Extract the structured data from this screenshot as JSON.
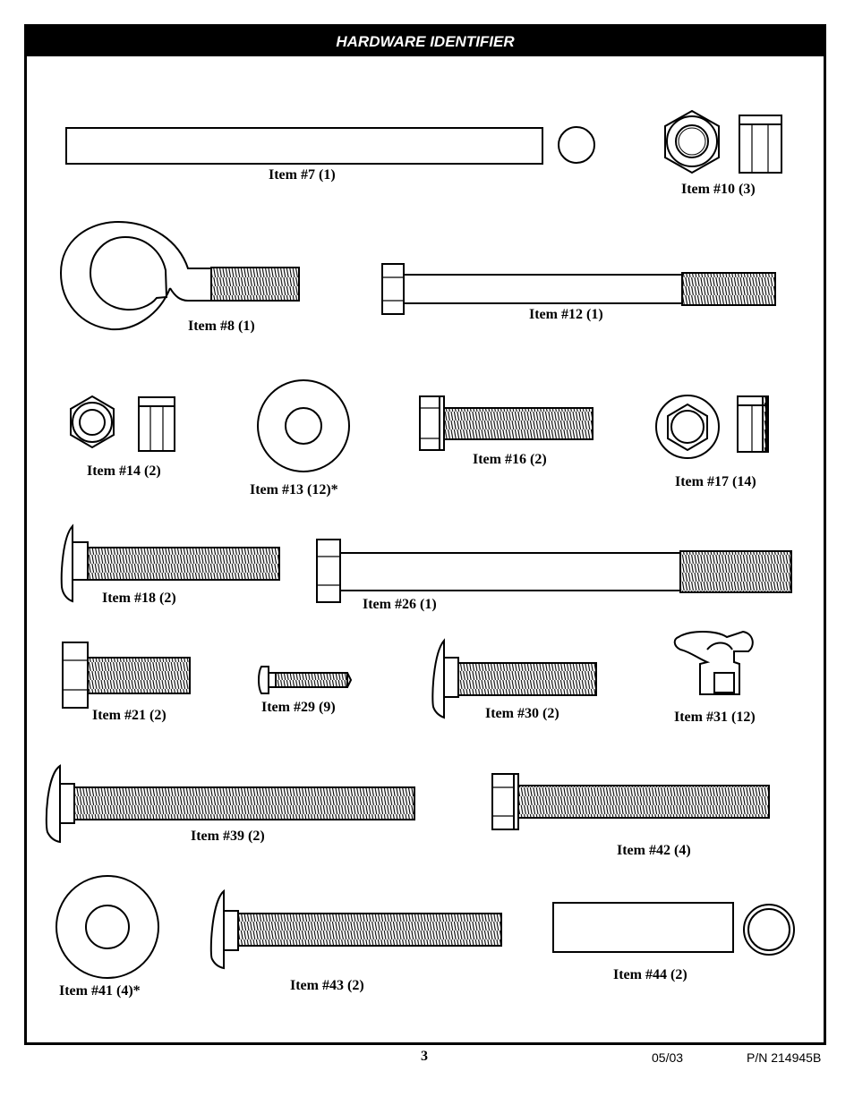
{
  "header": {
    "title": "HARDWARE IDENTIFIER"
  },
  "items": [
    {
      "label": "Item #7 (1)"
    },
    {
      "label": "Item #10 (3)"
    },
    {
      "label": "Item #8 (1)"
    },
    {
      "label": "Item #12 (1)"
    },
    {
      "label": "Item #14 (2)"
    },
    {
      "label": "Item #13 (12)*"
    },
    {
      "label": "Item #16 (2)"
    },
    {
      "label": "Item #17 (14)"
    },
    {
      "label": "Item #18 (2)"
    },
    {
      "label": "Item #26 (1)"
    },
    {
      "label": "Item #21 (2)"
    },
    {
      "label": "Item #29 (9)"
    },
    {
      "label": "Item #30 (2)"
    },
    {
      "label": "Item #31 (12)"
    },
    {
      "label": "Item #39 (2)"
    },
    {
      "label": "Item #42 (4)"
    },
    {
      "label": "Item #41 (4)*"
    },
    {
      "label": "Item #43 (2)"
    },
    {
      "label": "Item #44 (2)"
    }
  ],
  "footer": {
    "page_number": "3",
    "date": "05/03",
    "part_number": "P/N 214945B"
  }
}
